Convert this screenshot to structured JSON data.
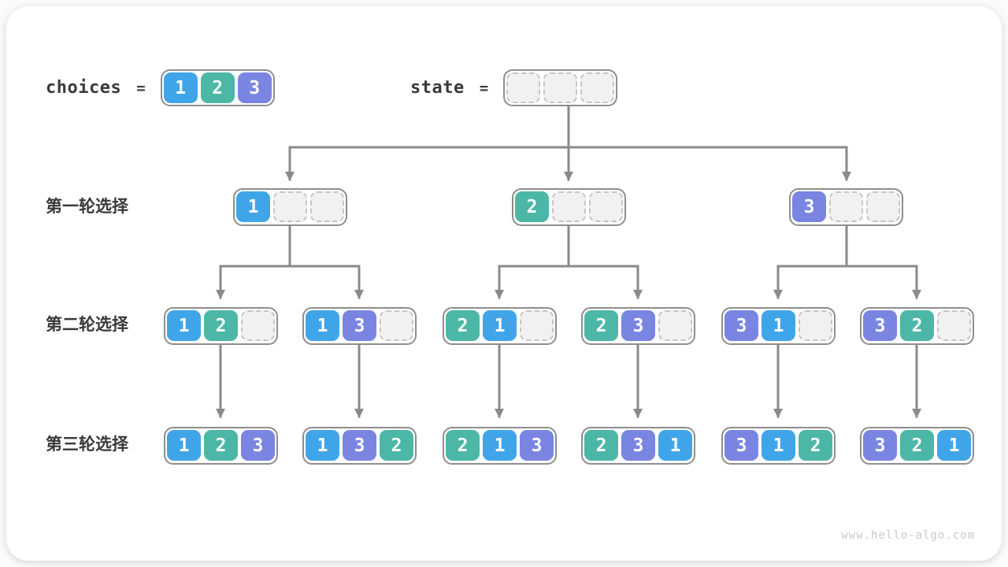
{
  "colors": {
    "value1": "#40A5E8",
    "value2": "#4CB7A6",
    "value3": "#7A85E2",
    "empty_fill": "#F1F1F1",
    "empty_border": "#C5C5C5",
    "node_border": "#8E8E8E",
    "arrow": "#8A8A8A",
    "text": "#3A3A3A",
    "watermark": "#C9C9C9"
  },
  "header": {
    "choices_label": "choices",
    "equals": "=",
    "choices": [
      1,
      2,
      3
    ],
    "state_label": "state"
  },
  "rounds": [
    {
      "label": "第一轮选择",
      "nodes": [
        [
          1,
          null,
          null
        ],
        [
          2,
          null,
          null
        ],
        [
          3,
          null,
          null
        ]
      ]
    },
    {
      "label": "第二轮选择",
      "nodes": [
        [
          1,
          2,
          null
        ],
        [
          1,
          3,
          null
        ],
        [
          2,
          1,
          null
        ],
        [
          2,
          3,
          null
        ],
        [
          3,
          1,
          null
        ],
        [
          3,
          2,
          null
        ]
      ]
    },
    {
      "label": "第三轮选择",
      "nodes": [
        [
          1,
          2,
          3
        ],
        [
          1,
          3,
          2
        ],
        [
          2,
          1,
          3
        ],
        [
          2,
          3,
          1
        ],
        [
          3,
          1,
          2
        ],
        [
          3,
          2,
          1
        ]
      ]
    }
  ],
  "watermark": "www.hello-algo.com"
}
